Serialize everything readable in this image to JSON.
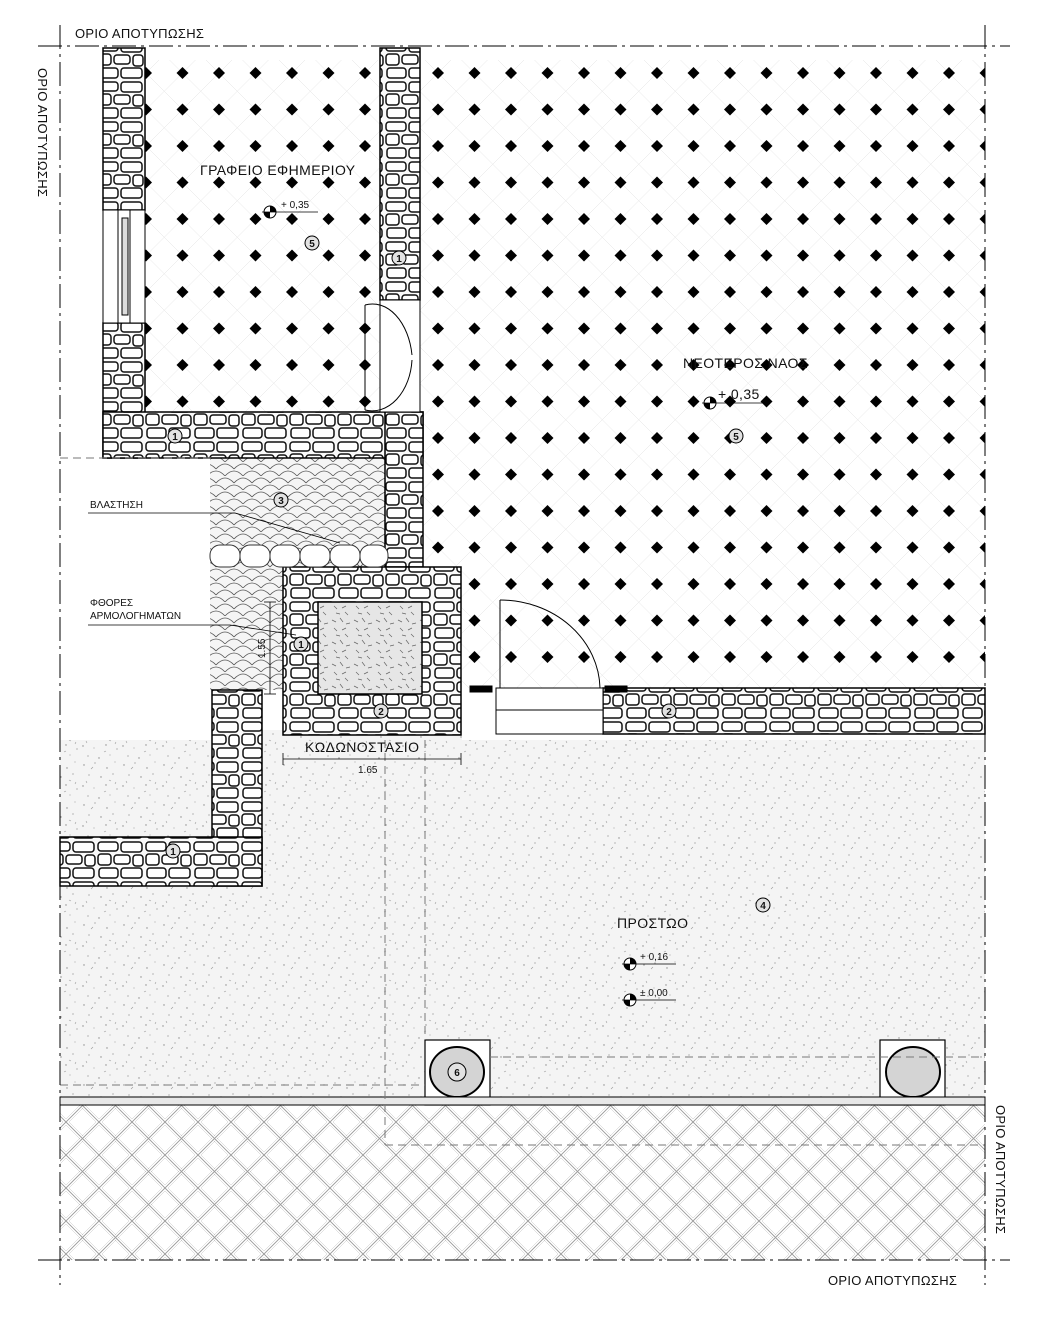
{
  "survey_limit": "ΟΡΙΟ ΑΠΟΤΥΠΩΣΗΣ",
  "rooms": {
    "office": "ΓΡΑΦΕΙΟ ΕΦΗΜΕΡΙΟΥ",
    "nave": "ΝΕΟΤΕΡΟΣ ΝΑΟΣ",
    "belfry": "ΚΩΔΩΝΟΣΤΑΣΙΟ",
    "porch": "ΠΡΟΣΤΩΟ"
  },
  "elevations": {
    "office": "+ 0,35",
    "nave": "+ 0,35",
    "porch": "+ 0,16",
    "street": "± 0,00"
  },
  "annotations": {
    "vegetation": "ΒΛΑΣΤΗΣΗ",
    "damage_line1": "ΦΘΟΡΕΣ",
    "damage_line2": "ΑΡΜΟΛΟΓΗΜΑΤΩΝ"
  },
  "dimensions": {
    "belfry_width": "1.65",
    "belfry_depth": "1.55"
  },
  "material_tags": [
    "1",
    "2",
    "3",
    "4",
    "5",
    "6"
  ]
}
